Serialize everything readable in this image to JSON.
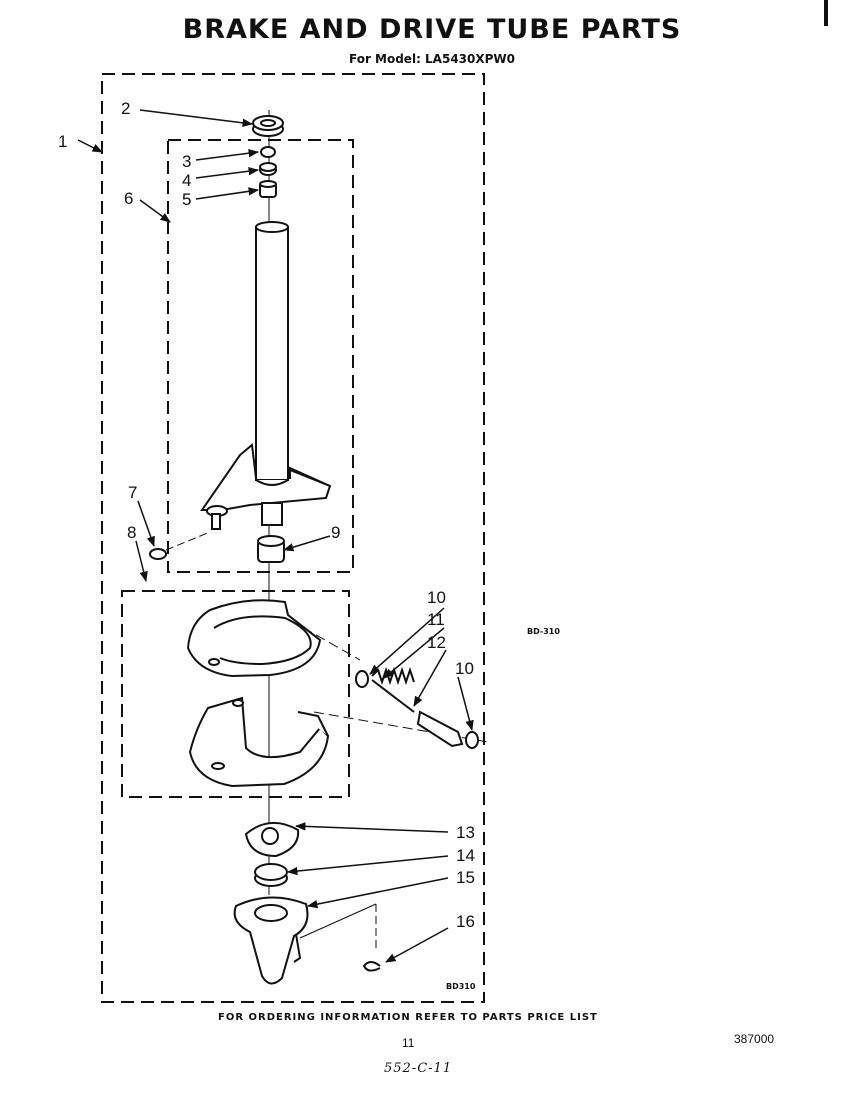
{
  "header": {
    "title": "BRAKE AND DRIVE TUBE PARTS",
    "subtitle": "For Model: LA5430XPW0"
  },
  "diagram": {
    "side_label": "BD-310",
    "corner_label": "BD310",
    "callouts": [
      "1",
      "2",
      "3",
      "4",
      "5",
      "6",
      "7",
      "8",
      "9",
      "10",
      "11",
      "12",
      "10",
      "13",
      "14",
      "15",
      "16"
    ]
  },
  "footer": {
    "info": "FOR ORDERING INFORMATION REFER TO PARTS PRICE LIST",
    "page_number": "11",
    "doc_number": "387000",
    "handwritten": "552-C-11"
  }
}
